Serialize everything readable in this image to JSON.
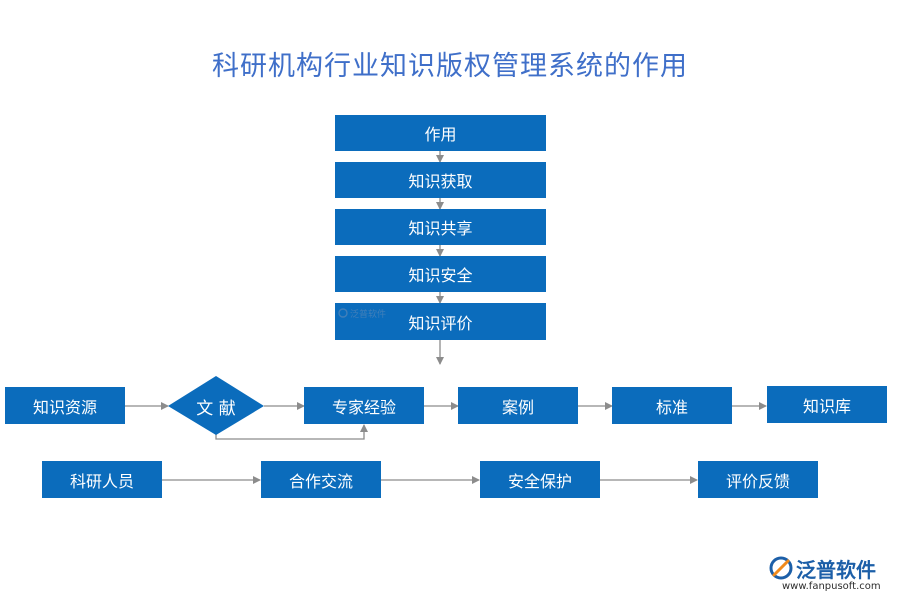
{
  "title": "科研机构行业知识版权管理系统的作用",
  "vertical_chain": [
    "作用",
    "知识获取",
    "知识共享",
    "知识安全",
    "知识评价"
  ],
  "process_row": {
    "resource": "知识资源",
    "document": "文 献",
    "experience": "专家经验",
    "case": "案例",
    "standard": "标准",
    "library": "知识库"
  },
  "people_row": [
    "科研人员",
    "合作交流",
    "安全保护",
    "评价反馈"
  ],
  "watermark": {
    "small_text": "泛普软件"
  },
  "logo": {
    "name": "泛普软件",
    "url": "www.fanpusoft.com"
  },
  "colors": {
    "box": "#0b6cbc",
    "title": "#3f6fc9",
    "arrow": "#8c8c8c"
  }
}
